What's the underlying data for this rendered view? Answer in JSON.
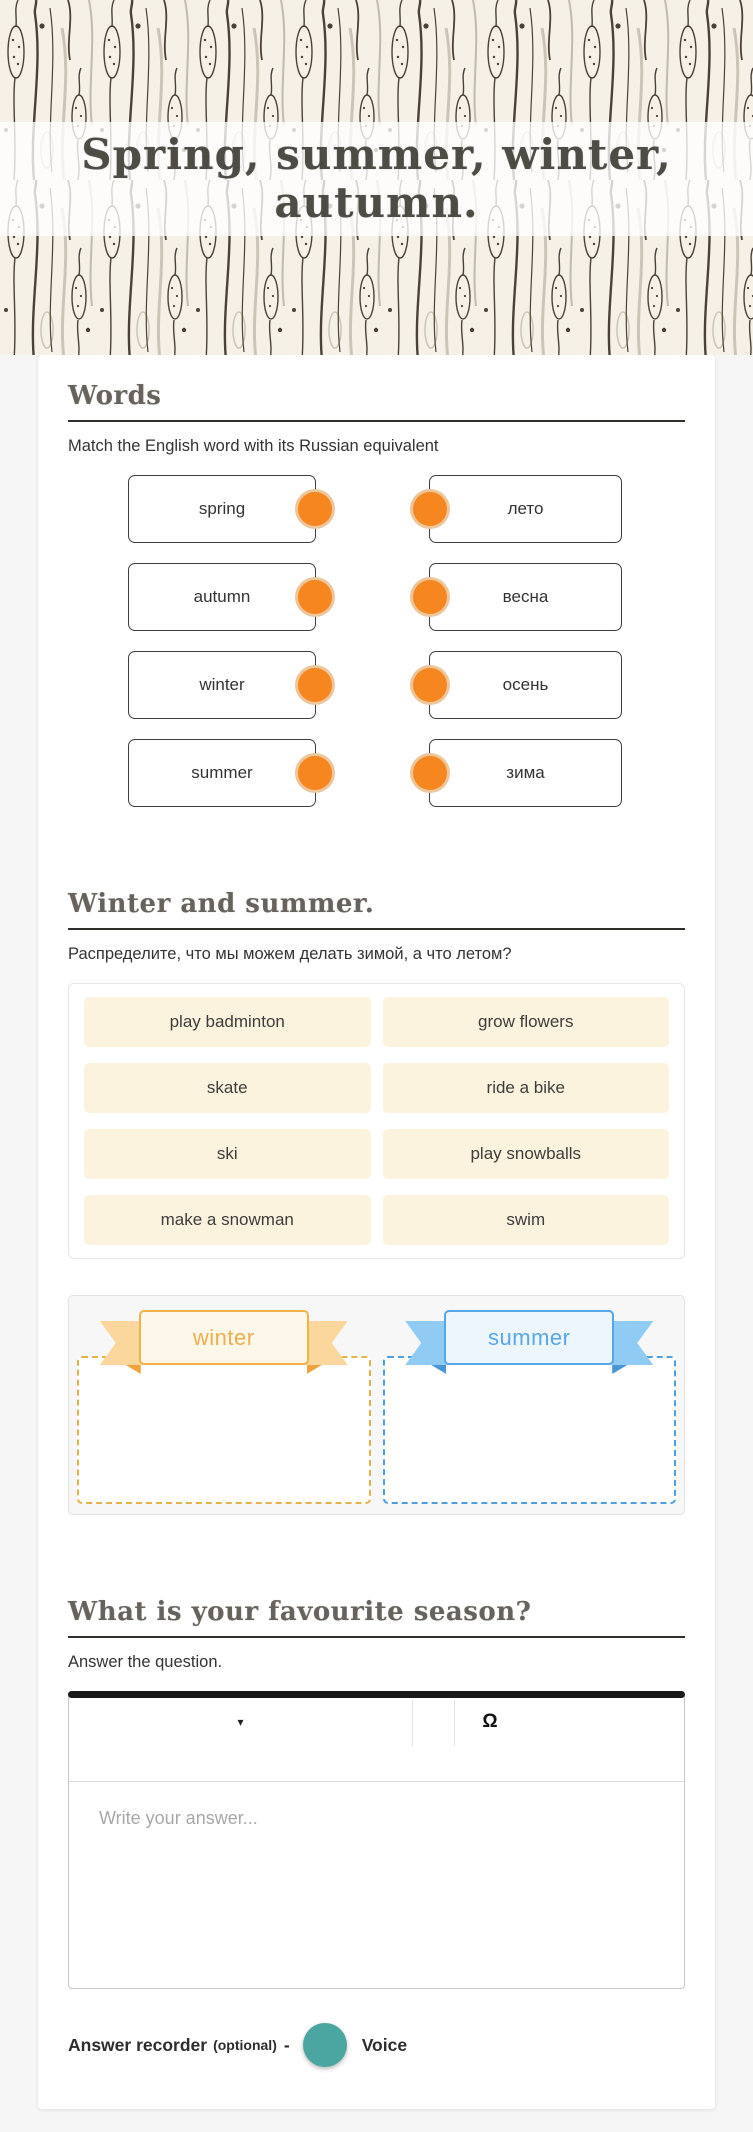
{
  "header": {
    "title_line1": "Spring, summer, winter,",
    "title_line2": "autumn."
  },
  "words": {
    "heading": "Words",
    "instruction": "Match the English word with its Russian equivalent",
    "pairs": [
      {
        "left": "spring",
        "right": "лето"
      },
      {
        "left": "autumn",
        "right": "весна"
      },
      {
        "left": "winter",
        "right": "осень"
      },
      {
        "left": "summer",
        "right": "зима"
      }
    ]
  },
  "sorting": {
    "heading": "Winter and summer.",
    "instruction": "Распределите, что мы можем делать зимой, а что летом?",
    "tiles": [
      "play badminton",
      "grow flowers",
      "skate",
      "ride a bike",
      "ski",
      "play snowballs",
      "make a snowman",
      "swim"
    ],
    "bins": [
      {
        "label": "winter",
        "accent": "#f2ae44"
      },
      {
        "label": "summer",
        "accent": "#57a6e8"
      }
    ]
  },
  "question": {
    "heading": "What is your favourite season?",
    "instruction": "Answer the question.",
    "toolbar": {
      "dropdown_caret": "▾",
      "special_char": "Ω"
    },
    "placeholder": "Write your answer...",
    "recorder": {
      "label": "Answer recorder",
      "optional_note": "(optional)",
      "separator": "-",
      "voice_label": "Voice"
    }
  },
  "colors": {
    "match_dot_orange": "#f6861f",
    "tile_cream": "#fbf3dd",
    "winter_gold": "#f2ae44",
    "summer_blue": "#57a6e8",
    "voice_teal": "#4ba5a0",
    "header_cream": "#f5f1e7"
  }
}
